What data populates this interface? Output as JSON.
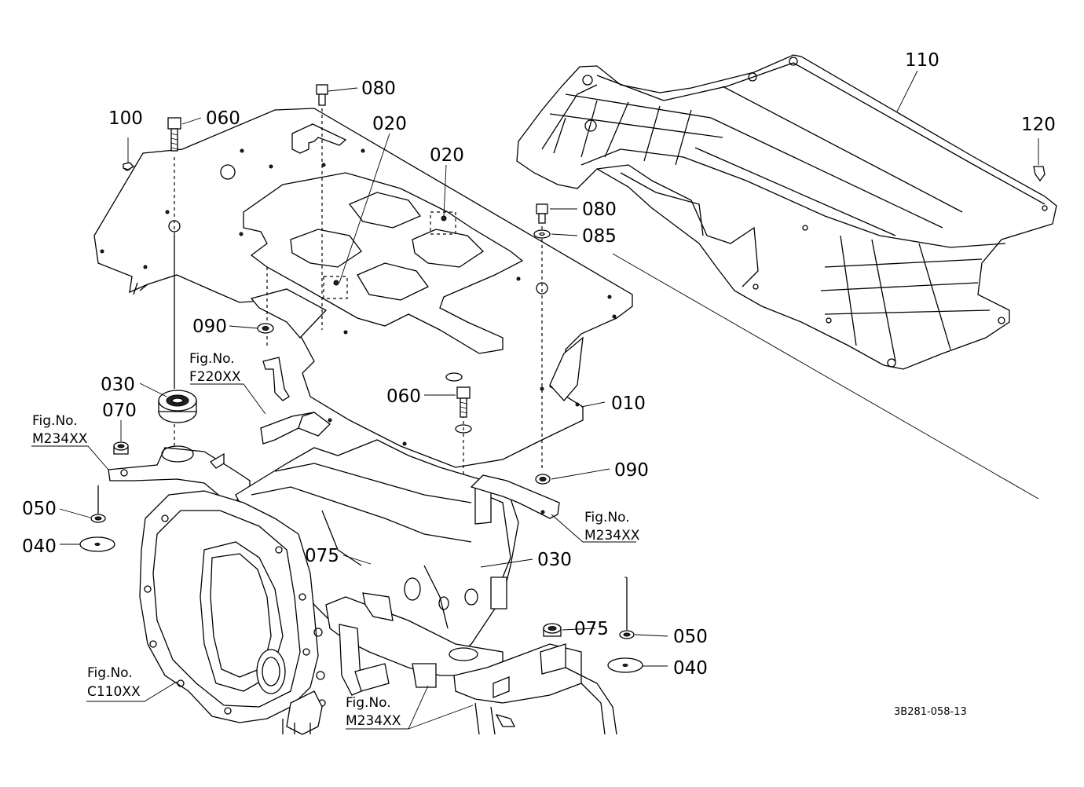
{
  "part_labels": {
    "p110": "110",
    "p120": "120",
    "p100": "100",
    "p060a": "060",
    "p080a": "080",
    "p020a": "020",
    "p020b": "020",
    "p080b": "080",
    "p085": "085",
    "p090a": "090",
    "p030a": "030",
    "p070": "070",
    "p060b": "060",
    "p010": "010",
    "p090b": "090",
    "p050a": "050",
    "p040a": "040",
    "p075a": "075",
    "p030b": "030",
    "p075b": "075",
    "p050b": "050",
    "p040b": "040"
  },
  "figure_refs": {
    "f220": {
      "line1": "Fig.No.",
      "line2": "F220XX"
    },
    "m234a": {
      "line1": "Fig.No.",
      "line2": "M234XX"
    },
    "m234b": {
      "line1": "Fig.No.",
      "line2": "M234XX"
    },
    "c110": {
      "line1": "Fig.No.",
      "line2": "C110XX"
    },
    "m234c": {
      "line1": "Fig.No.",
      "line2": "M234XX"
    }
  },
  "drawing_code": "3B281-058-13"
}
